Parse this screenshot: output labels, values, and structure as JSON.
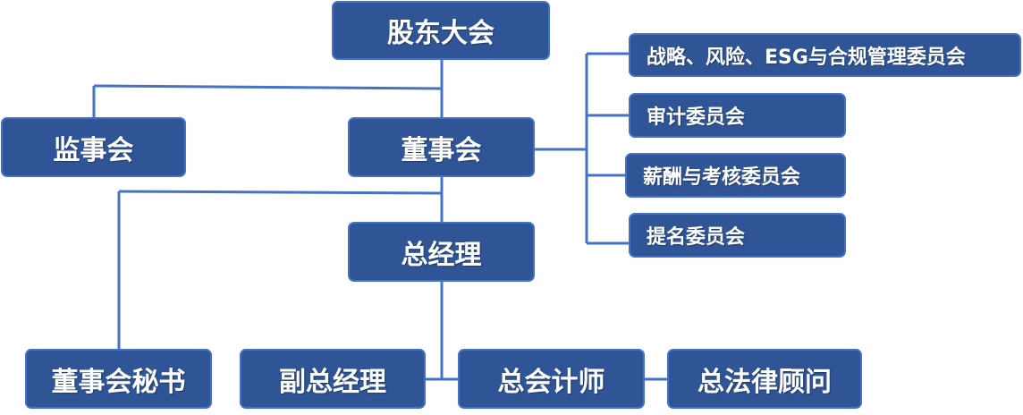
{
  "diagram": {
    "title": "Corporate governance organization chart",
    "line_color": "#4472c4",
    "node_fill": "#2f5597",
    "node_border": "#4472c4",
    "text_color": "#ffffff",
    "nodes": {
      "shareholders": "股东大会",
      "supervisors": "监事会",
      "board": "董事会",
      "general_manager": "总经理",
      "board_secretary": "董事会秘书",
      "deputy_gm": "副总经理",
      "chief_accountant": "总会计师",
      "general_counsel": "总法律顾问"
    },
    "committees": [
      "战略、风险、ESG与合规管理委员会",
      "审计委员会",
      "薪酬与考核委员会",
      "提名委员会"
    ]
  }
}
